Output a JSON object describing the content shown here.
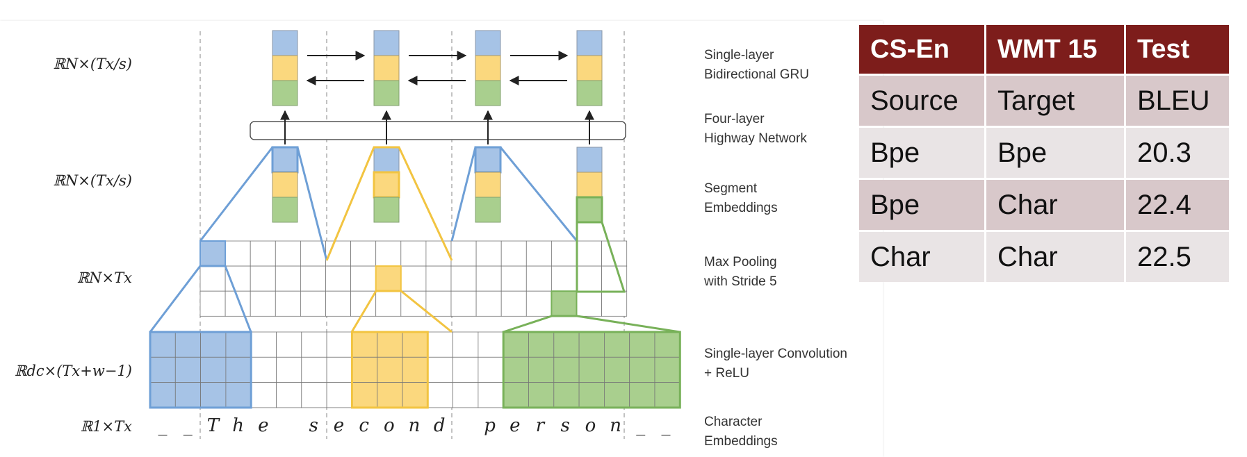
{
  "dimension_labels": {
    "gru": "ℝN×(Tx/s)",
    "segment": "ℝN×(Tx/s)",
    "pooling": "ℝN×Tx",
    "convolution": "ℝdc×(Tx+w−1)",
    "characters": "ℝ1×Tx"
  },
  "layer_labels": {
    "gru": "Single-layer\nBidirectional GRU",
    "highway": "Four-layer\nHighway Network",
    "segment": "Segment\nEmbeddings",
    "pooling": "Max Pooling\nwith Stride 5",
    "convolution": "Single-layer Convolution\n+ ReLU",
    "characters": "Character\nEmbeddings"
  },
  "characters": [
    "_",
    "_",
    "T",
    "h",
    "e",
    " ",
    "s",
    "e",
    "c",
    "o",
    "n",
    "d",
    " ",
    "p",
    "e",
    "r",
    "s",
    "o",
    "n",
    "_",
    "_"
  ],
  "colors": {
    "blue": "#a6c3e6",
    "blue_edge": "#6e9fd6",
    "yellow": "#fbd87e",
    "yellow_edge": "#f2c441",
    "green": "#a9cf8e",
    "green_edge": "#78b159",
    "table_header": "#7d1d1b"
  },
  "table": {
    "headers": [
      "CS-En",
      "WMT 15",
      "Test"
    ],
    "rows": [
      [
        "Source",
        "Target",
        "BLEU"
      ],
      [
        "Bpe",
        "Bpe",
        "20.3"
      ],
      [
        "Bpe",
        "Char",
        "22.4"
      ],
      [
        "Char",
        "Char",
        "22.5"
      ]
    ]
  }
}
